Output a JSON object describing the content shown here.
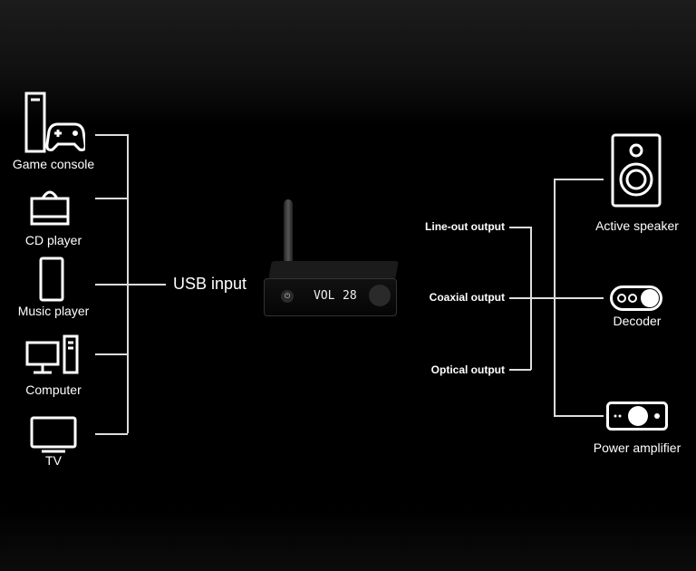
{
  "inputs": [
    {
      "label": "Game console",
      "icon": "game-console-icon"
    },
    {
      "label": "CD player",
      "icon": "cd-player-icon"
    },
    {
      "label": "Music player",
      "icon": "music-player-icon"
    },
    {
      "label": "Computer",
      "icon": "computer-icon"
    },
    {
      "label": "TV",
      "icon": "tv-icon"
    }
  ],
  "input_label": "USB input",
  "device": {
    "display_left": "VOL",
    "display_right": "28"
  },
  "outputs": [
    "Line-out output",
    "Coaxial output",
    "Optical output"
  ],
  "destinations": [
    {
      "label": "Active speaker",
      "icon": "speaker-icon"
    },
    {
      "label": "Decoder",
      "icon": "decoder-icon"
    },
    {
      "label": "Power amplifier",
      "icon": "amplifier-icon"
    }
  ]
}
